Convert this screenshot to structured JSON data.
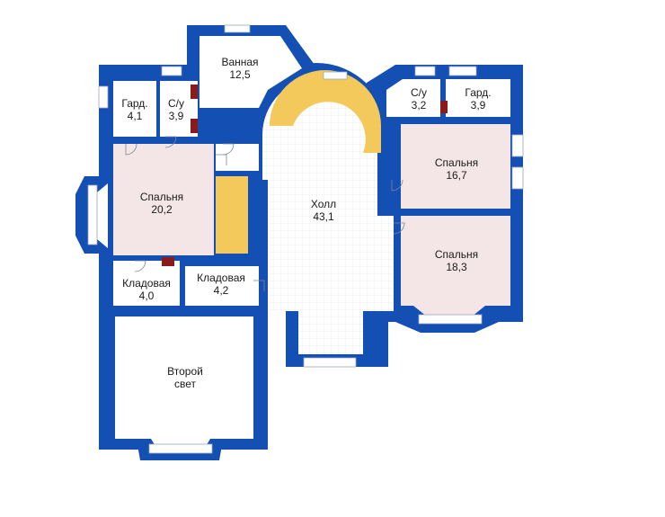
{
  "colors": {
    "wall": "#1450b4",
    "floor_tile": "#ffffff",
    "bedroom_fill": "#f4e6e6",
    "room_fill": "#ffffff",
    "stair": "#f2c95a",
    "chimney": "#8b1a1a"
  },
  "rooms": {
    "bath": {
      "name": "Ванная",
      "area": "12,5"
    },
    "gard_left": {
      "name": "Гард.",
      "area": "4,1"
    },
    "wc_left": {
      "name": "С/у",
      "area": "3,9"
    },
    "wc_right": {
      "name": "С/у",
      "area": "3,2"
    },
    "gard_right": {
      "name": "Гард.",
      "area": "3,9"
    },
    "bedroom_left": {
      "name": "Спальня",
      "area": "20,2"
    },
    "hall": {
      "name": "Холл",
      "area": "43,1"
    },
    "bedroom_right_top": {
      "name": "Спальня",
      "area": "16,7"
    },
    "bedroom_right_bottom": {
      "name": "Спальня",
      "area": "18,3"
    },
    "storage_left": {
      "name": "Кладовая",
      "area": "4,0"
    },
    "storage_mid": {
      "name": "Кладовая",
      "area": "4,2"
    },
    "second_light": {
      "name": "Второй",
      "area": "свет"
    }
  }
}
